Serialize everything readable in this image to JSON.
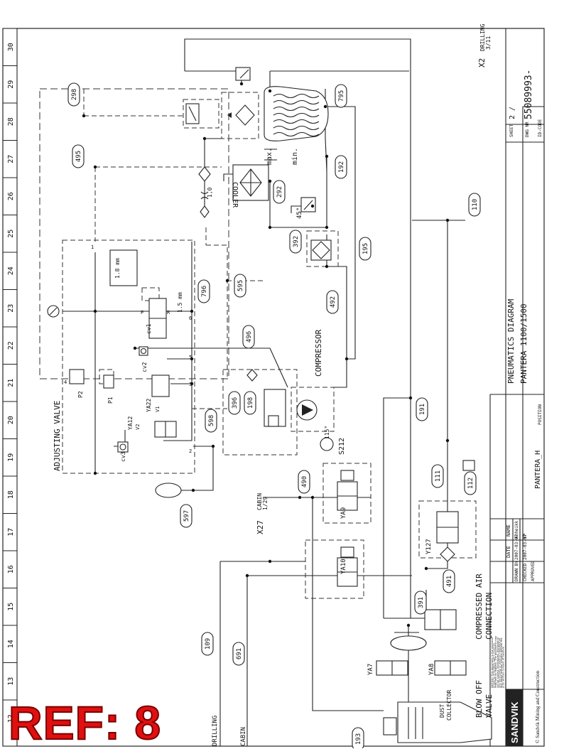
{
  "ruler": {
    "numbers": [
      "30",
      "29",
      "28",
      "27",
      "26",
      "25",
      "24",
      "23",
      "22",
      "21",
      "20",
      "19",
      "18",
      "17",
      "16",
      "15",
      "14",
      "13",
      "12"
    ]
  },
  "title_block": {
    "title1": "PNEUMATICS DIAGRAM",
    "title2": "PANTERA 1100/1500",
    "sheet_label": "SHEET",
    "sheet_value": "2 /",
    "dwg_label": "DWG NR",
    "dwg_value": "55089993-",
    "id_label": "ID-CODE",
    "position_label": "POSITION",
    "position_value": "PANTERA_H",
    "date_head": "DATE",
    "name_head": "NAME",
    "drawn_by": "DRAWN BY",
    "drawn_date": "2007-03-07",
    "drawn_name": "Anheikk",
    "checked": "CHECKED",
    "checked_date": "2007-03-07",
    "checked_name": "VP",
    "approved": "APPROVED",
    "brand": "SANDVIK",
    "copyright": "© Sandvik Mining and Construction",
    "notice": [
      "NOTICE! This document is the exclusive",
      "property of Sandvik and it must be",
      "returned on request. The document may",
      "not be copied, reproduced, disclosed to",
      "any third party or used to manufacture",
      "any object without consent without the",
      "prior written consent of Sandvik."
    ]
  },
  "components": {
    "adjusting_valve": "ADJUSTING VALVE",
    "compressor": "COMPRESSOR",
    "cooler": "COOLER",
    "blow_off": [
      "BLOW OFF",
      "VALVE"
    ],
    "compressed_air": [
      "COMPRESSED AIR",
      "CONNECTION"
    ],
    "dust_collector": [
      "DUST",
      "COLLECTOR"
    ],
    "max": "max.",
    "min": "min.",
    "s212": "S212",
    "deg115": "115°",
    "deg45": "45°",
    "mm18": "1.8 mm",
    "mm15": "1.5 mm",
    "r10": "1,0",
    "cabin": "CABIN",
    "cabin_ref": "1/29",
    "x2": "X2",
    "x2_drilling": "DRILLING",
    "x2_ref": "3/11",
    "x27": "X27",
    "drilling_bottom": "DRILLING",
    "cabin_bottom": "CABIN"
  },
  "valves": {
    "ya9": "YA9",
    "ya10": "YA10",
    "ya7": "YA7",
    "ya8": "YA8",
    "ya12": "YA12",
    "ya22": "YA22",
    "v2": "V2",
    "v1": "V1",
    "y127": "Y127",
    "p1": "P1",
    "p2": "P2",
    "cv1": "cv1",
    "cv2": "cv2",
    "cv3": "cv3",
    "port_p": "P",
    "port_r": "R",
    "port1": "1",
    "port2": "2",
    "port3": "3",
    "port4": "4",
    "port5": "5",
    "port6": "6"
  },
  "tags": [
    "298",
    "495",
    "795",
    "192",
    "292",
    "392",
    "195",
    "492",
    "796",
    "595",
    "496",
    "396",
    "198",
    "598",
    "597",
    "490",
    "191",
    "110",
    "111",
    "112",
    "491",
    "391",
    "109",
    "691",
    "193"
  ],
  "ref": "REF: 8"
}
